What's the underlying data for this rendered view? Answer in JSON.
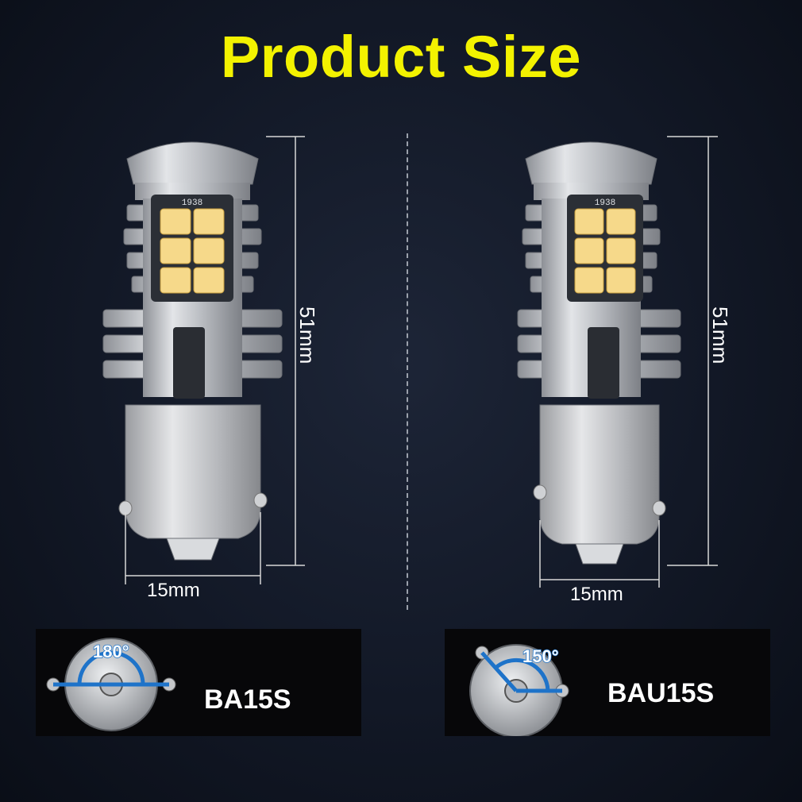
{
  "title": "Product Size",
  "colors": {
    "title": "#f3f200",
    "led_chip": "#f6d98a",
    "angle_arc": "#1e73c9",
    "panel": "#070709",
    "aluminum": "#c9ccd1"
  },
  "products": [
    {
      "height_label": "51mm",
      "width_label": "15mm",
      "chip_label": "1938",
      "socket": {
        "type_label": "BA15S",
        "angle_label": "180°"
      }
    },
    {
      "height_label": "51mm",
      "width_label": "15mm",
      "chip_label": "1938",
      "socket": {
        "type_label": "BAU15S",
        "angle_label": "150°"
      }
    }
  ]
}
